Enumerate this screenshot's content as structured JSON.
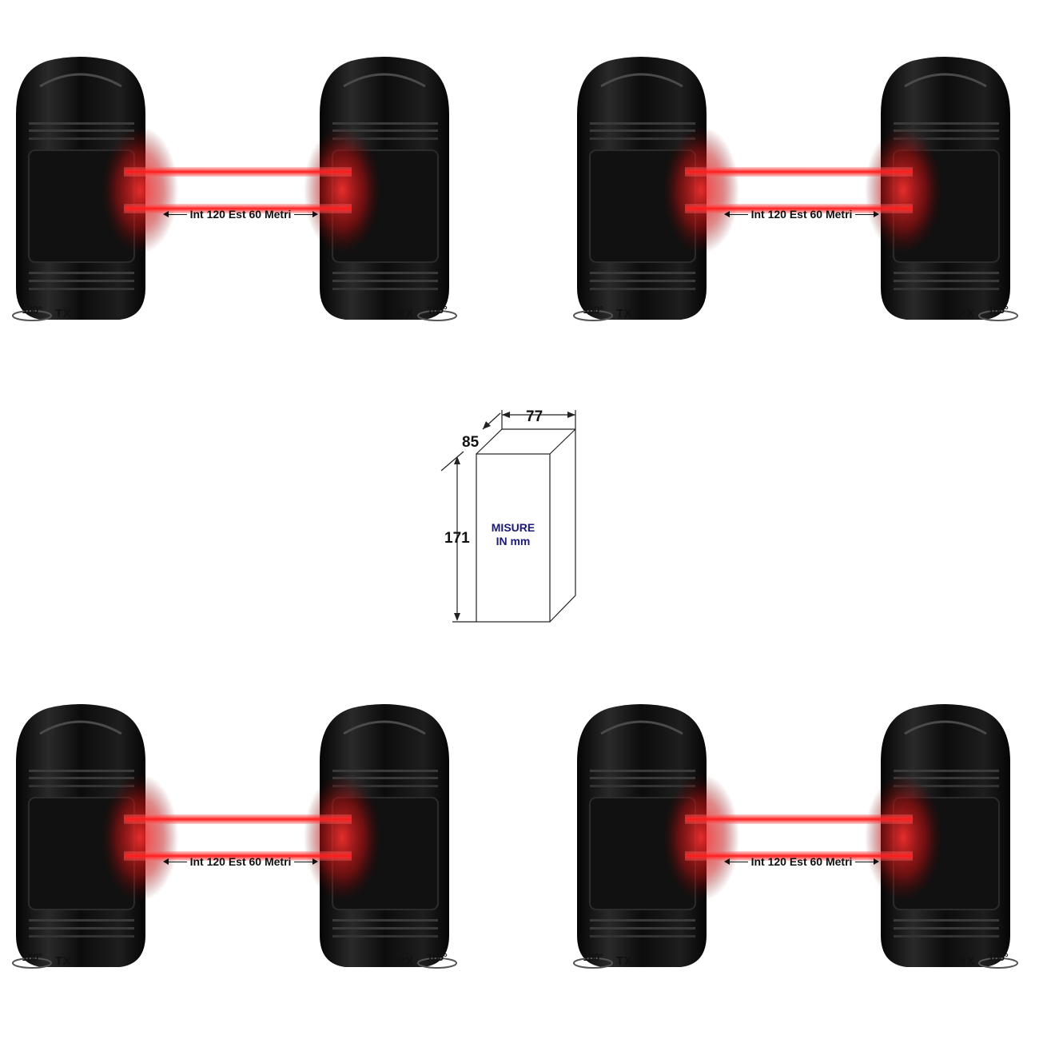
{
  "pairs": [
    {
      "distance": "Int 120 Est 60 Metri",
      "tx": "TX",
      "rx": "RX",
      "rotation": "180°"
    },
    {
      "distance": "Int 120 Est 60 Metri",
      "tx": "TX",
      "rx": "RX",
      "rotation": "180°"
    },
    {
      "distance": "Int 120 Est 60 Metri",
      "tx": "TX",
      "rx": "RX",
      "rotation": "180°"
    },
    {
      "distance": "Int 120 Est 60 Metri",
      "tx": "TX",
      "rx": "RX",
      "rotation": "180°"
    }
  ],
  "dimensions": {
    "width": "77",
    "depth": "85",
    "height": "171",
    "note_line1": "MISURE",
    "note_line2": "IN mm"
  },
  "colors": {
    "body": "#0b0b0b",
    "beam": "#ff2a2a"
  }
}
